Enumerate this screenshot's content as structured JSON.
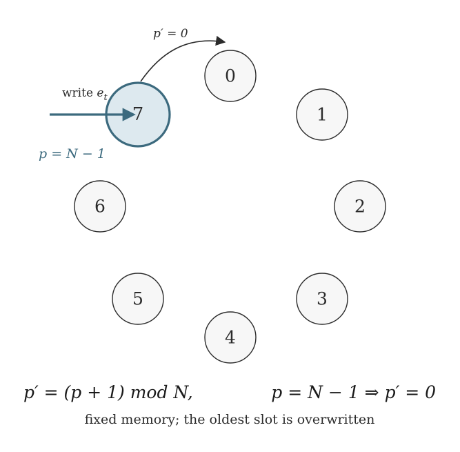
{
  "slots": [
    {
      "label": "0"
    },
    {
      "label": "1"
    },
    {
      "label": "2"
    },
    {
      "label": "3"
    },
    {
      "label": "4"
    },
    {
      "label": "5"
    },
    {
      "label": "6"
    }
  ],
  "active_slot": {
    "label": "7"
  },
  "wrap_label": "p′ = 0",
  "write_label_prefix": "write ",
  "write_label_var": "e",
  "write_label_sub": "t",
  "pointer_label": "p = N − 1",
  "equation": {
    "left": "p′ = (p + 1) mod N,",
    "right": "p = N − 1 ⇒ p′ = 0"
  },
  "caption": "fixed memory; the oldest slot is overwritten",
  "colors": {
    "accent": "#3c6a7e",
    "active_fill": "#dde9ef",
    "slot_fill": "#f7f7f7",
    "stroke": "#2b2b2b"
  }
}
